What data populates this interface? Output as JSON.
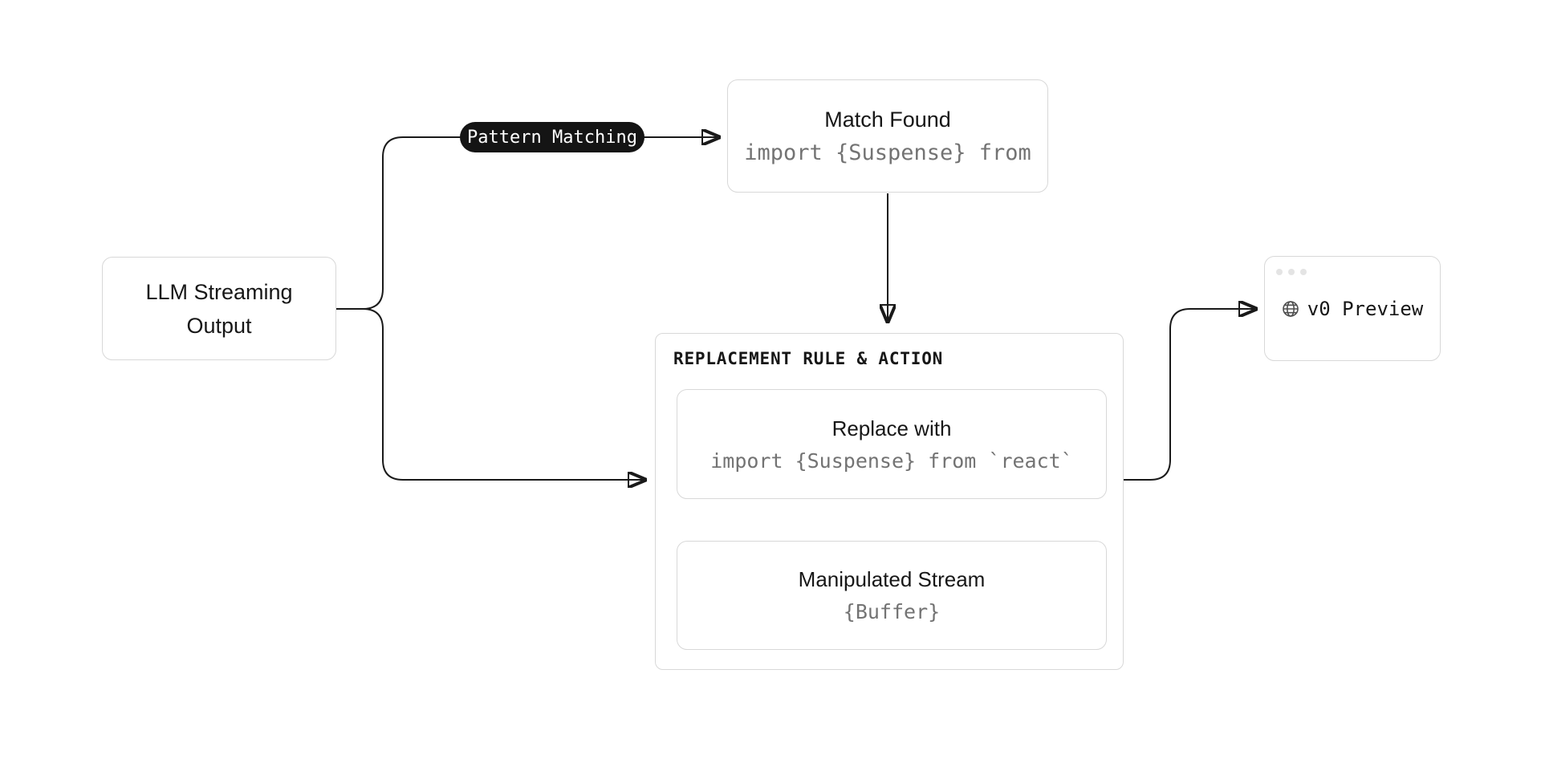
{
  "colors": {
    "background": "#ffffff",
    "edge": "#1a1a1a",
    "dashed_edge": "#b8b8b8",
    "dashed_arrow": "#9a9a9a",
    "border": "#d8d8d8",
    "badge_bg": "#141414",
    "badge_text": "#ffffff",
    "title_text": "#171717",
    "code_text": "#737373",
    "group_label_text": "#171717",
    "window_dot": "#e4e4e4",
    "globe_icon": "#4f4f4f"
  },
  "nodes": {
    "llm_output": {
      "title": "LLM Streaming Output"
    },
    "pattern_badge": {
      "label": "Pattern Matching"
    },
    "match_found": {
      "title": "Match Found",
      "code": "import {Suspense} from"
    },
    "replacement_group": {
      "label": "REPLACEMENT RULE & ACTION"
    },
    "replace_with": {
      "title": "Replace with",
      "code": "import {Suspense} from `react`"
    },
    "manipulated_stream": {
      "title": "Manipulated Stream",
      "code": "{Buffer}"
    },
    "v0_preview": {
      "title": "v0 Preview",
      "icon": "globe-icon",
      "window_dot_count": 3
    }
  }
}
